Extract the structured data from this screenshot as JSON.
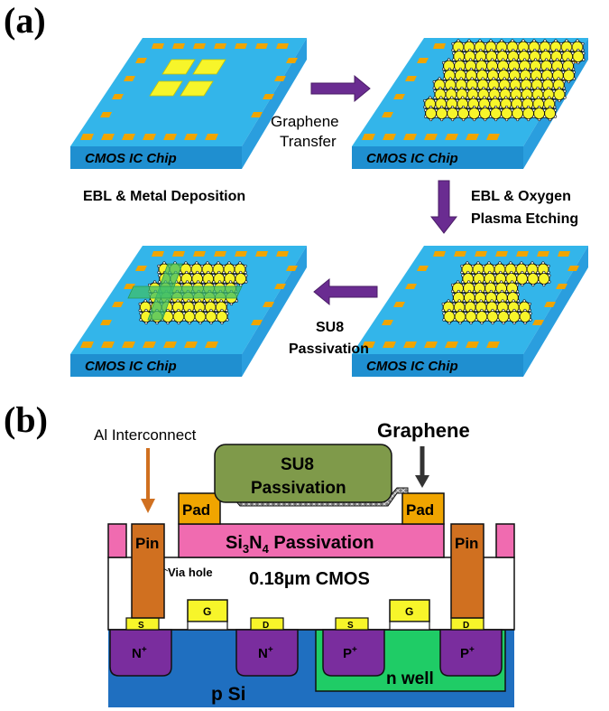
{
  "panel_a": {
    "label": "(a)",
    "chip_label": "CMOS IC Chip",
    "steps": {
      "graphene_transfer": [
        "Graphene",
        "Transfer"
      ],
      "ebl_metal": "EBL & Metal Deposition",
      "ebl_oxygen": [
        "EBL & Oxygen",
        "Plasma Etching"
      ],
      "su8_passivation": [
        "SU8",
        "Passivation"
      ]
    }
  },
  "panel_b": {
    "label": "(b)",
    "al_interconnect": "Al Interconnect",
    "graphene": "Graphene",
    "su8_passivation": [
      "SU8",
      "Passivation"
    ],
    "pad": "Pad",
    "pin": "Pin",
    "si3n4_passivation": "Si3N4 Passivation",
    "via_hole": "Via hole",
    "cmos_process": "0.18µm CMOS",
    "terminals": [
      "S",
      "G",
      "D",
      "S",
      "G",
      "D"
    ],
    "n_plus": "N+",
    "p_plus": "P+",
    "p_si": "p Si",
    "n_well": "n well"
  },
  "colors": {
    "chip_top": "#33b5ea",
    "chip_front": "#1f8fd0",
    "chip_side": "#2a9ede",
    "pad_orange": "#f0a500",
    "yellow": "#f7f52a",
    "arrow_purple": "#6a2c91",
    "su8_green": "#7f9a4a",
    "pink": "#f06bb0",
    "pin_orange": "#d07020",
    "substrate_blue": "#1f6fc0",
    "nwell_green": "#1fcc66",
    "implant_purple": "#7a2d9e"
  }
}
